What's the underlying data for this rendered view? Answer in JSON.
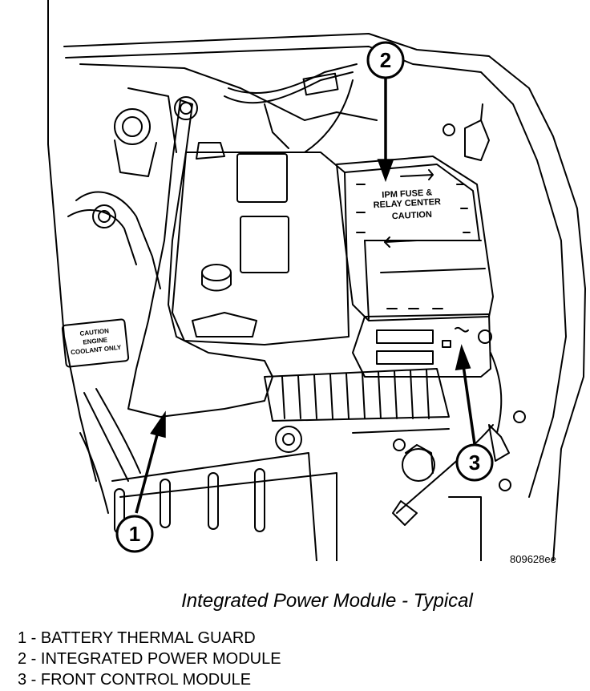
{
  "figure_id": "809628ee",
  "caption": "Integrated Power Module - Typical",
  "module_labels": {
    "line1": "IPM FUSE &",
    "line2": "RELAY CENTER",
    "line3": "CAUTION"
  },
  "reservoir_label": {
    "line1": "CAUTION",
    "line2": "ENGINE",
    "line3": "COOLANT ONLY"
  },
  "callouts": [
    {
      "number": "1"
    },
    {
      "number": "2"
    },
    {
      "number": "3"
    }
  ],
  "legend": [
    {
      "text": "1 - BATTERY THERMAL GUARD"
    },
    {
      "text": "2 - INTEGRATED POWER MODULE"
    },
    {
      "text": "3 - FRONT CONTROL MODULE"
    }
  ]
}
